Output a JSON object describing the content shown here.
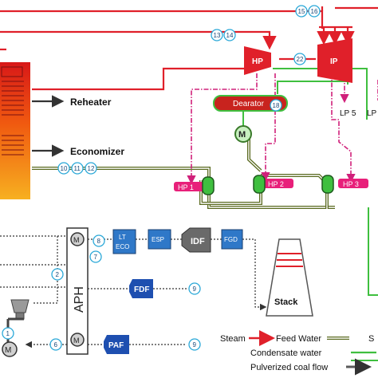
{
  "labels": {
    "reheater": "Reheater",
    "economizer": "Economizer",
    "hp_turbine": "HP",
    "ip_turbine": "IP",
    "deaerator": "Dearator",
    "motor": "M",
    "hp1": "HP 1",
    "hp2": "HP 2",
    "hp3": "HP 3",
    "lp5": "LP 5",
    "lp_partial": "LP",
    "aph": "APH",
    "lt_eco_line1": "LT",
    "lt_eco_line2": "ECO",
    "esp": "ESP",
    "idf": "IDF",
    "fgd": "FGD",
    "fdf": "FDF",
    "paf": "PAF",
    "stack": "Stack"
  },
  "stream_numbers": {
    "s15": "15",
    "s16": "16",
    "s13": "13",
    "s14": "14",
    "s22": "22",
    "s18": "18",
    "s10": "10",
    "s11": "11",
    "s12": "12",
    "s8": "8",
    "s7": "7",
    "s2": "2",
    "s9a": "9",
    "s9b": "9",
    "s6": "6",
    "s1": "1"
  },
  "legend": {
    "steam": "Steam",
    "feed_water": "Feed Water",
    "s_partial": "S",
    "condensate_water": "Condensate water",
    "pulverized_coal_flow": "Pulverized coal flow"
  },
  "colors": {
    "steam": "#e0202a",
    "feed_water_outer": "#5a6a20",
    "condensate": "#3fbf3f",
    "extraction": "#d0207a",
    "heater_fill": "#e8207a",
    "equipment_blue": "#2f78c8",
    "motor_fill": "#d0d0d0",
    "stream_circle": "#2aa8d8"
  }
}
